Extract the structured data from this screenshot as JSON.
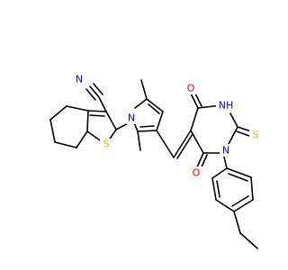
{
  "colors": {
    "carbon": "#000000",
    "nitrogen": "#0000ff",
    "oxygen": "#ff0000",
    "sulfur": "#c8c800",
    "background": "#ffffff"
  },
  "atoms": {
    "nitrile_n": {
      "text": "N",
      "element": "N"
    },
    "thiophene_s": {
      "text": "S",
      "element": "S"
    },
    "pyrrole_n": {
      "text": "N",
      "element": "N"
    },
    "carbonyl_o_top": {
      "text": "O",
      "element": "O"
    },
    "amide_nh": {
      "text": "NH",
      "element": "N"
    },
    "thione_s": {
      "text": "S",
      "element": "S"
    },
    "imide_n": {
      "text": "N",
      "element": "N"
    },
    "carbonyl_o_bottom": {
      "text": "O",
      "element": "O"
    }
  }
}
